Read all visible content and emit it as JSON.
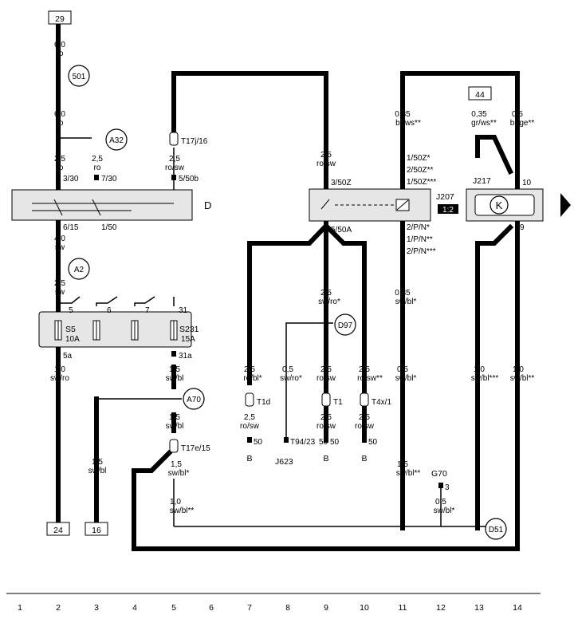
{
  "top_boxes": {
    "b29": "29",
    "b44": "44"
  },
  "bottom_boxes": {
    "b24": "24",
    "b16": "16"
  },
  "circles": {
    "c501": "501",
    "A32": "A32",
    "A2": "A2",
    "A70": "A70",
    "D97": "D97",
    "D51": "D51",
    "K": "K"
  },
  "components": {
    "D": "D",
    "J207": "J207",
    "J207_tag": "1:2",
    "J217": "J217",
    "J623": "J623",
    "G70": "G70",
    "S5": "S5",
    "S5_amp": "10A",
    "S231": "S231",
    "S231_amp": "15A",
    "B1": "B",
    "B2": "B",
    "B3": "B"
  },
  "wires": {
    "w1a": "6,0",
    "w1b": "ro",
    "w2a": "6,0",
    "w2b": "ro",
    "w3a": "2,5",
    "w3b": "ro",
    "w4a": "2,5",
    "w4b": "ro",
    "w5a": "4,0",
    "w5b": "sw",
    "w6a": "2,5",
    "w6b": "sw",
    "w7a": "1,0",
    "w7b": "sw/ro",
    "w8a": "1,5",
    "w8b": "sw/bl",
    "w9a": "1,5",
    "w9b": "sw/bl",
    "w10a": "1,5",
    "w10b": "sw/bl*",
    "w11a": "1,0",
    "w11b": "sw/bl**",
    "w11c": "***",
    "w12a": "2,5",
    "w12b": "ro/sw",
    "w13a": "2,5",
    "w13b": "ro/sw",
    "w14a": "2,5",
    "w14b": "ro/bl*",
    "w15a": "2,5",
    "w15b": "ro/sw",
    "w16a": "0,5",
    "w16b": "sw/ro*",
    "w17a": "2,5",
    "w17b": "sw/ro*",
    "w18a": "2,5",
    "w18b": "ro/sw",
    "w19a": "2,5",
    "w19b": "ro/sw**",
    "w20a": "2,5",
    "w20b": "ro/sw",
    "w21a": "0,35",
    "w21b": "br/ws**",
    "w22a": "0,35",
    "w22b": "sw/bl*",
    "w23a": "0,5",
    "w23b": "sw/bl*",
    "w24a": "1,5",
    "w24b": "sw/bl**",
    "w25a": "0,35",
    "w25b": "gr/ws**",
    "w26a": "0,5",
    "w26b": "br/ge**",
    "w27a": "1,0",
    "w27b": "sw/bl***",
    "w28a": "1,0",
    "w28b": "sw/bl**",
    "w29a": "0,5",
    "w29b": "sw/bl*"
  },
  "pins": {
    "p1": "3/30",
    "p2": "7/30",
    "p3": "6/15",
    "p4": "1/50",
    "p5": "5/50b",
    "p6": "5a",
    "p7": "31a",
    "p8": "5",
    "p9": "6",
    "p10": "7",
    "p11": "31",
    "p12": "3/50Z",
    "p13": "5/50A",
    "p14": "1/50Z*",
    "p15": "2/50Z**",
    "p16": "1/50Z***",
    "p17": "2/P/N*",
    "p18": "1/P/N**",
    "p19": "2/P/N***",
    "p20": "10",
    "p21": "9",
    "p22": "3",
    "p23": "50",
    "p24": "50",
    "p25": "50",
    "p26": "T94/23",
    "p27": "50"
  },
  "connectors": {
    "t1": "T17j/16",
    "t2": "T17e/15",
    "t3": "T1d",
    "t4": "T1",
    "t5": "T4x/1"
  },
  "axis": [
    "1",
    "2",
    "3",
    "4",
    "5",
    "6",
    "7",
    "8",
    "9",
    "10",
    "11",
    "12",
    "13",
    "14"
  ]
}
